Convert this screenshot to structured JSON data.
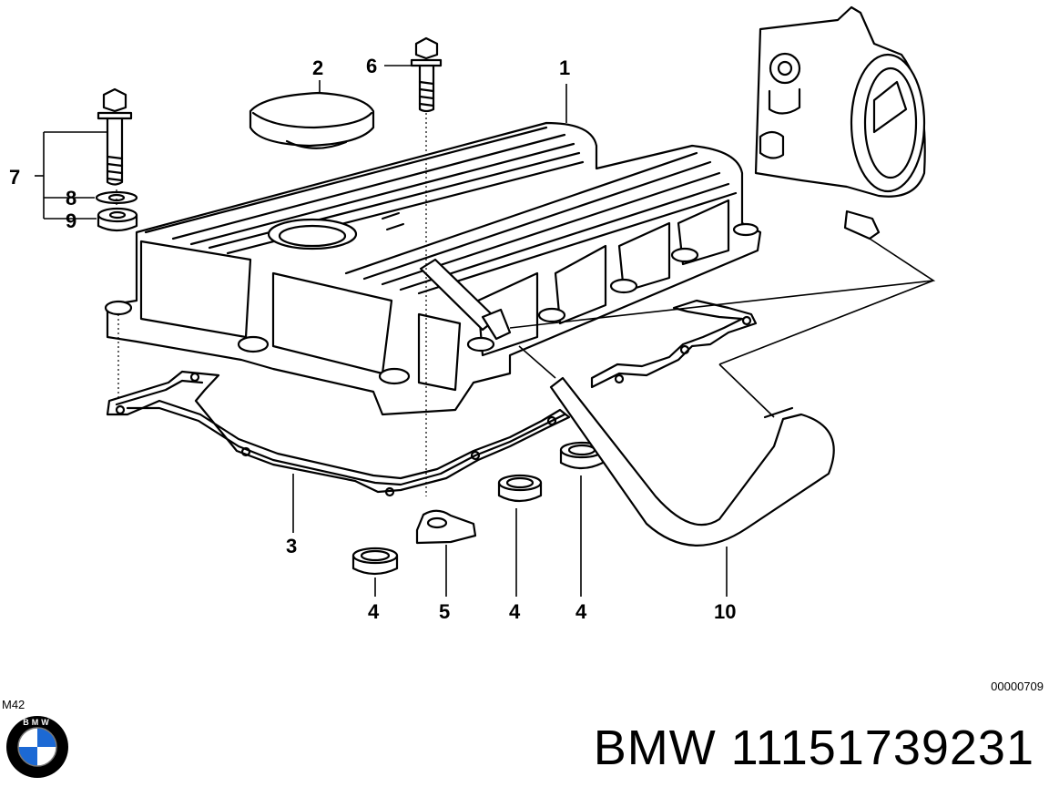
{
  "callouts": {
    "c1": "1",
    "c2": "2",
    "c3": "3",
    "c4a": "4",
    "c4b": "4",
    "c4c": "4",
    "c5": "5",
    "c6": "6",
    "c7": "7",
    "c8": "8",
    "c9": "9",
    "c10": "10"
  },
  "footer": {
    "diagram_code": "00000709",
    "engine_code": "M42",
    "logo_text": "BMW",
    "part_title": "BMW 11151739231"
  }
}
